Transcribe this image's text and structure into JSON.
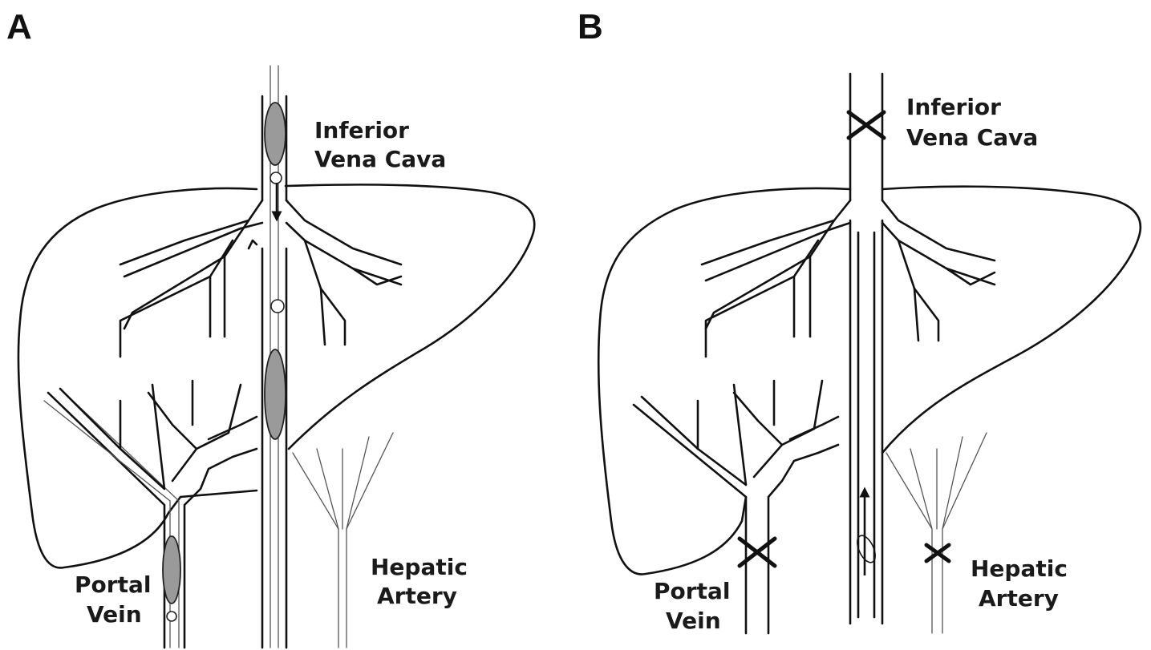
{
  "panels": [
    {
      "letter": "A",
      "labels": {
        "ivc_line1": "Inferior",
        "ivc_line2": "Vena Cava",
        "portal_line1": "Portal",
        "portal_line2": "Vein",
        "artery_line1": "Hepatic",
        "artery_line2": "Artery"
      }
    },
    {
      "letter": "B",
      "labels": {
        "ivc_line1": "Inferior",
        "ivc_line2": "Vena Cava",
        "portal_line1": "Portal",
        "portal_line2": "Vein",
        "artery_line1": "Hepatic",
        "artery_line2": "Artery"
      }
    }
  ]
}
